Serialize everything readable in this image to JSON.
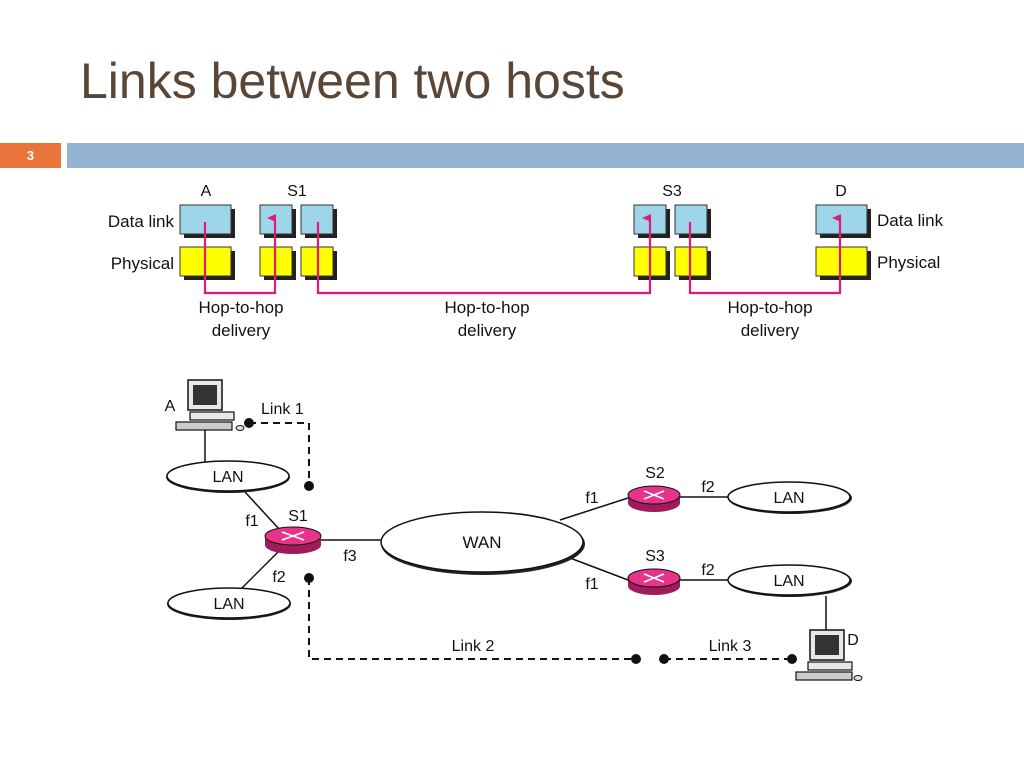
{
  "slide": {
    "title": "Links between two hosts",
    "number": "3"
  },
  "layers_diagram": {
    "nodes": {
      "a": "A",
      "s1": "S1",
      "s3": "S3",
      "d": "D"
    },
    "layer_labels": {
      "data_link_left": "Data link",
      "physical_left": "Physical",
      "data_link_right": "Data link",
      "physical_right": "Physical"
    },
    "deliveries": [
      {
        "line1": "Hop-to-hop",
        "line2": "delivery"
      },
      {
        "line1": "Hop-to-hop",
        "line2": "delivery"
      },
      {
        "line1": "Hop-to-hop",
        "line2": "delivery"
      }
    ],
    "colors": {
      "data_link": "#9fd5e8",
      "physical": "#ffff00",
      "path": "#e0197a",
      "shadow": "#222222"
    }
  },
  "network_diagram": {
    "hosts": {
      "a": "A",
      "d": "D"
    },
    "switches": {
      "s1": "S1",
      "s2": "S2",
      "s3": "S3"
    },
    "clouds": {
      "lan_top_left": "LAN",
      "lan_bottom_left": "LAN",
      "wan": "WAN",
      "lan_s2": "LAN",
      "lan_s3": "LAN"
    },
    "interfaces": {
      "s1_f1": "f1",
      "s1_f2": "f2",
      "s1_f3": "f3",
      "s2_f1": "f1",
      "s2_f2": "f2",
      "s3_f1": "f1",
      "s3_f2": "f2"
    },
    "links": {
      "link1": "Link 1",
      "link2": "Link 2",
      "link3": "Link 3"
    },
    "colors": {
      "switch": "#e8338a"
    }
  }
}
